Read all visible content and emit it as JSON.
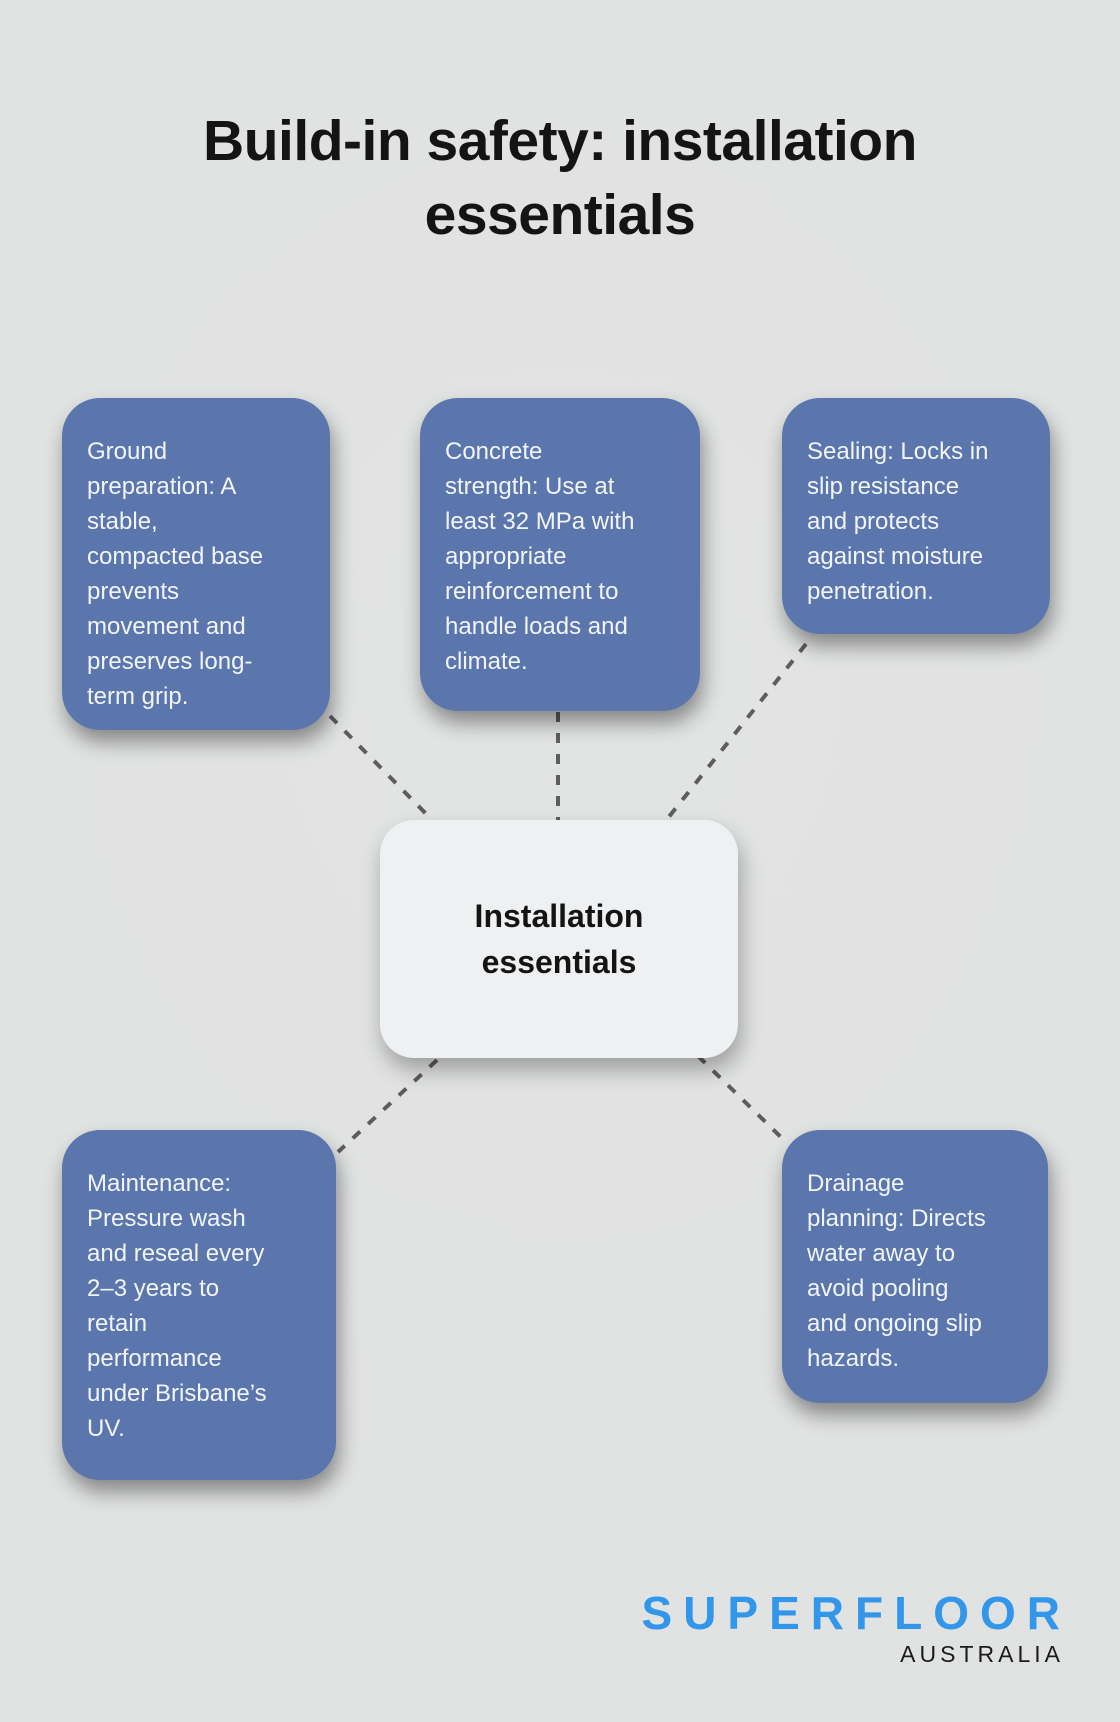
{
  "title": {
    "lines": [
      "Build-in safety: installation",
      "essentials"
    ]
  },
  "center": {
    "lines": [
      "Installation",
      "essentials"
    ]
  },
  "nodes": {
    "ground": {
      "lines": [
        "Ground",
        "preparation: A",
        "stable,",
        "compacted base",
        "prevents",
        "movement and",
        "preserves long-",
        "term grip."
      ]
    },
    "concrete": {
      "lines": [
        "Concrete",
        "strength: Use at",
        "least 32 MPa with",
        "appropriate",
        "reinforcement to",
        "handle loads and",
        "climate."
      ]
    },
    "sealing": {
      "lines": [
        "Sealing: Locks in",
        "slip resistance",
        "and protects",
        "against moisture",
        "penetration."
      ]
    },
    "maintenance": {
      "lines": [
        "Maintenance:",
        "Pressure wash",
        "and reseal every",
        "2–3 years to",
        "retain",
        "performance",
        "under Brisbane’s",
        "UV."
      ]
    },
    "drainage": {
      "lines": [
        "Drainage",
        "planning: Directs",
        "water away to",
        "avoid pooling",
        "and ongoing slip",
        "hazards."
      ]
    }
  },
  "logo": {
    "wordmark": "SUPERFLOOR",
    "subtitle": "AUSTRALIA"
  },
  "colors": {
    "background": "#e0e1e1",
    "node-fill": "#5b76ad",
    "node-text": "#f2f5f8",
    "center-fill": "#eef0f2",
    "center-text": "#141414",
    "title-text": "#141414",
    "connector": "#5d5d5d",
    "logo-blue": "#3296ea",
    "logo-dark": "#1b1b1b"
  }
}
